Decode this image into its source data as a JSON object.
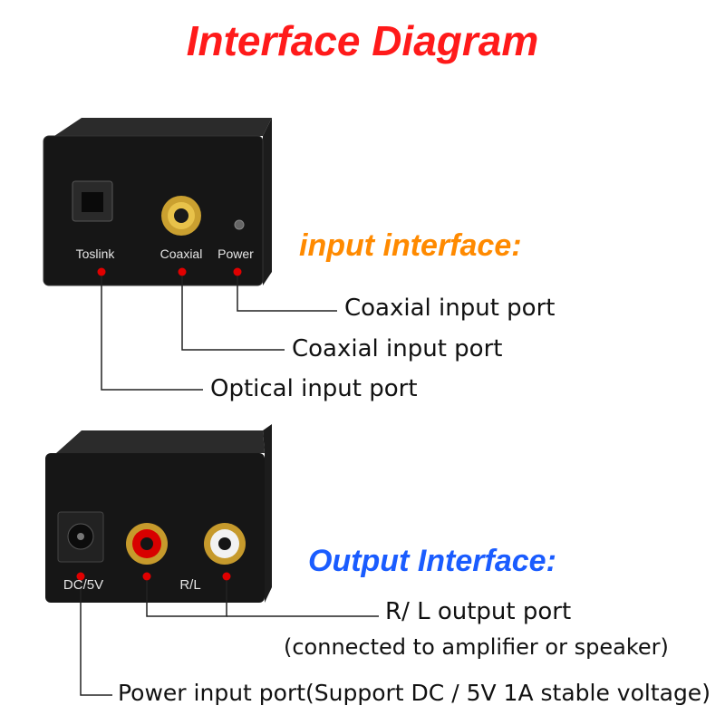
{
  "title": "Interface Diagram",
  "input_section": {
    "heading": "input interface:",
    "device_labels": {
      "toslink": "Toslink",
      "coaxial": "Coaxial",
      "power": "Power"
    },
    "callouts": [
      "Coaxial input port",
      "Coaxial input port",
      "Optical input port"
    ]
  },
  "output_section": {
    "heading": "Output Interface:",
    "device_labels": {
      "dc": "DC/5V",
      "rl": "R/L"
    },
    "callout_rl_line1": "R/ L output port",
    "callout_rl_line2": "(connected to amplifier or speaker)",
    "callout_power": "Power input port(Support DC / 5V 1A stable voltage)"
  },
  "colors": {
    "title": "#ff1a1a",
    "input_heading": "#ff8a00",
    "output_heading": "#1a5cff",
    "marker": "#e00000"
  }
}
